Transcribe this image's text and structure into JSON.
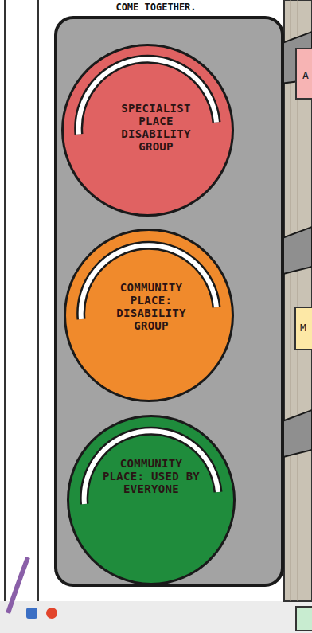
{
  "diagram": {
    "nodes": [
      {
        "text": [
          "SPECIALIST PLACE DISABILITY GROUP"
        ]
      },
      {
        "text": [
          "A"
        ]
      },
      {
        "text": [
          "COMMUNITY PLACE: DISABILITY GROUP"
        ]
      },
      {
        "text": [
          "M"
        ]
      },
      {
        "text": [
          "COMMUNITY PLACE: USED BY EVERYONE"
        ]
      }
    ],
    "labels": [
      "COME TOGETHER."
    ]
  }
}
